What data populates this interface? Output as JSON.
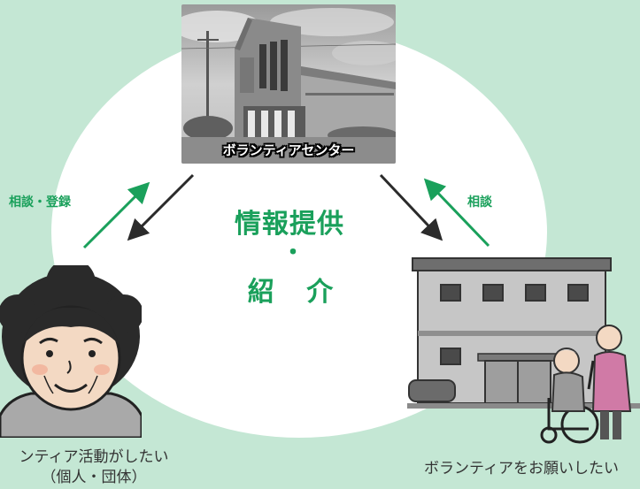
{
  "center_label": {
    "name": "ボランティアセンター"
  },
  "arrows": {
    "left_up_label": "相談・登録",
    "right_up_label": "相談"
  },
  "center": {
    "line1": "情報提供",
    "dot": "・",
    "line2": "紹 介"
  },
  "captions": {
    "left_line1": "ンティア活動がしたい",
    "left_line2": "（個人・団体）",
    "right": "ボランティアをお願いしたい"
  },
  "colors": {
    "background": "#c4e7d4",
    "accent_green": "#1aa05b",
    "arrow_dark": "#2b2b2b"
  },
  "icons": {
    "left": "elderly-woman-icon",
    "right": "care-facility-icon"
  }
}
